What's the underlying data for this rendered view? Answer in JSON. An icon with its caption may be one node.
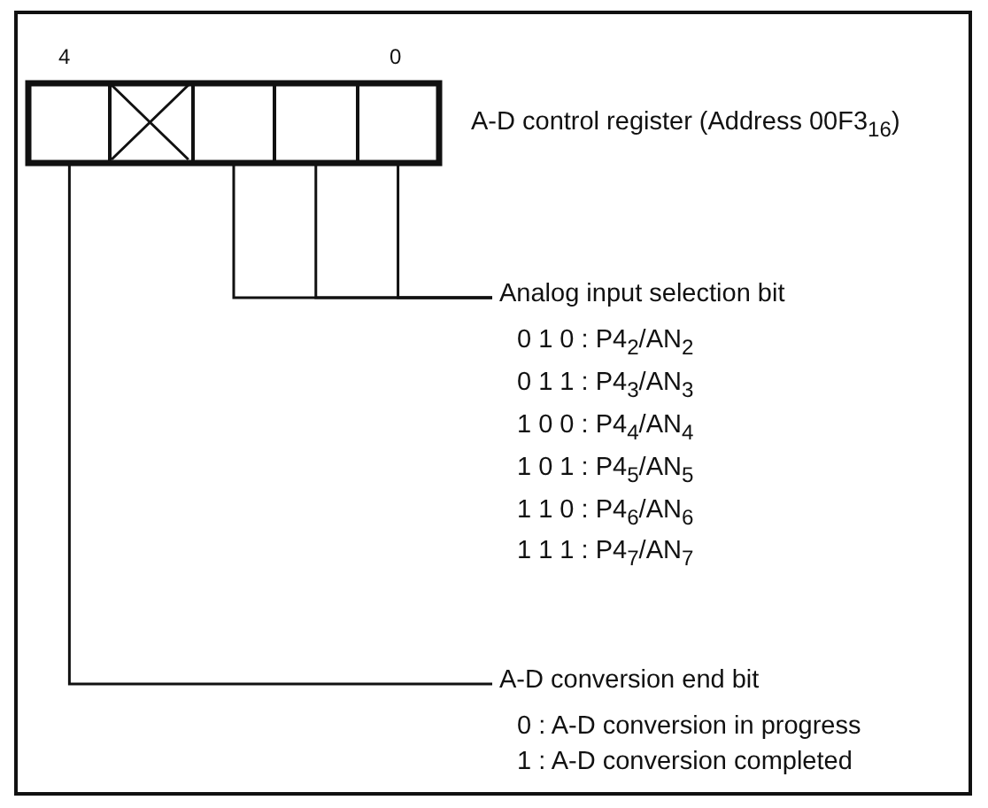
{
  "diagram": {
    "nodes": [
      {
        "text": [],
        "shape": "box"
      },
      {
        "text": [],
        "shape": "box"
      },
      {
        "text": [],
        "shape": "box"
      },
      {
        "text": [],
        "shape": "box"
      },
      {
        "text": [],
        "shape": "box"
      },
      {
        "text": [
          "Analog input selection bit",
          "0 1 0 : P4$_{2}$/AN$_{2}$",
          "0 1 1 : P4$_{3}$/AN$_{3}$",
          "1 0 0 : P4$_{4}$/AN$_{4}$",
          "1 0 1 : P4$_{5}$/AN$_{5}$",
          "1 1 0 : P4$_{6}$/AN$_{6}$",
          "1 1 1 : P4$_{7}$/AN$_{7}$"
        ]
      },
      {
        "text": [
          "A-D conversion end bit",
          "0 : A-D conversion in progress",
          "1 : A-D conversion completed"
        ]
      }
    ],
    "edges": [
      {
        "from": 2,
        "to": 5,
        "arrow": "none"
      },
      {
        "from": 3,
        "to": 5,
        "arrow": "none"
      },
      {
        "from": 4,
        "to": 5,
        "arrow": "none"
      },
      {
        "from": 0,
        "to": 6,
        "arrow": "none"
      }
    ],
    "labels": [
      "4",
      "0",
      "A-D control register (Address 00F3$_{16}$)"
    ]
  }
}
